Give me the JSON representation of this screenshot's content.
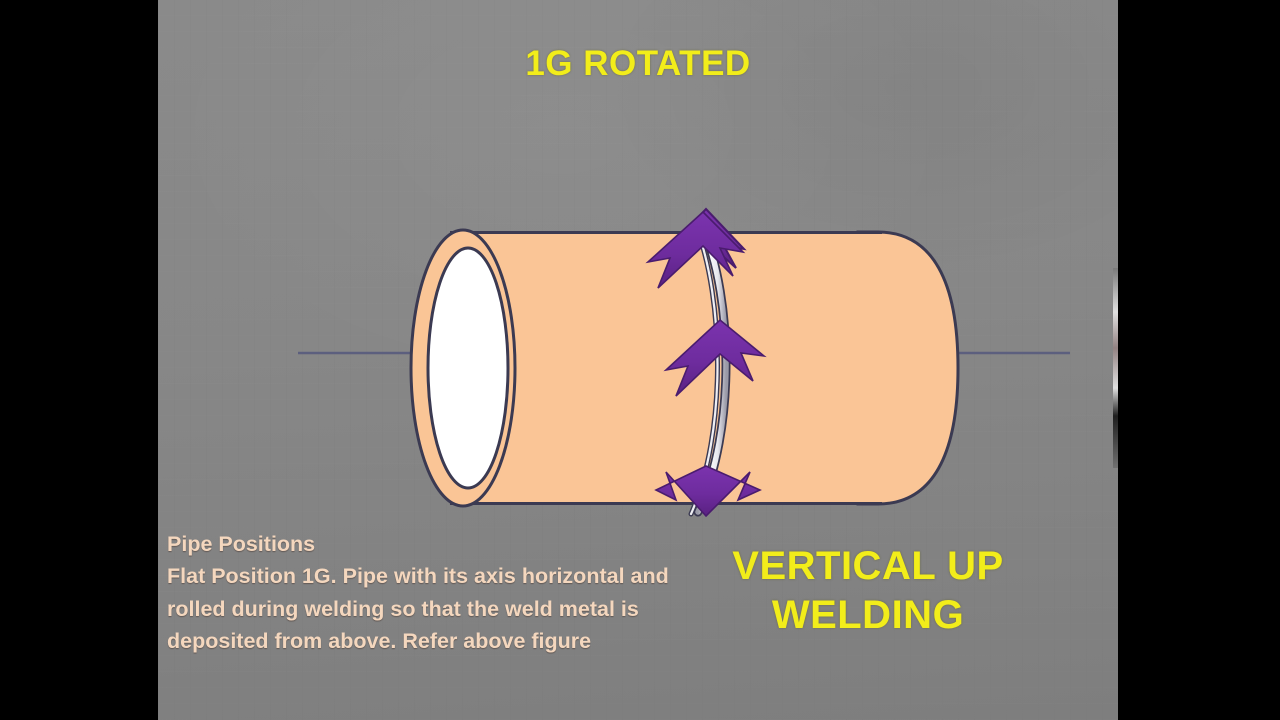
{
  "scene": {
    "title_main": "1G ROTATED",
    "subtitle_line1": "VERTICAL UP",
    "subtitle_line2": "WELDING",
    "caption_heading": "Pipe Positions",
    "caption_body": "Flat Position 1G. Pipe with its axis horizontal and rolled during welding so that the weld metal is deposited from above. Refer above figure"
  },
  "colors": {
    "background_gray": "#878787",
    "letterbox_black": "#000000",
    "title_yellow": "#F2ED1A",
    "caption_peach": "#F4D7BE",
    "pipe_body_peach": "#FAC596",
    "pipe_outline_navy": "#3B3A52",
    "pipe_bore_white": "#FFFFFF",
    "arrow_purple": "#6E2C9E",
    "arrow_purple_dark": "#4A1C6E",
    "axis_line_blue": "#5C5F7E",
    "weld_seam_light": "#F2F2F4"
  },
  "figure": {
    "pipe_label": "pipe-cylinder",
    "bore_label": "pipe-bore-opening",
    "seam_label": "weld-seam",
    "axis_label": "pipe-centerline-axis",
    "arrows": [
      {
        "name": "weld-direction-arrow-top",
        "direction": "up"
      },
      {
        "name": "weld-direction-arrow-middle",
        "direction": "up"
      },
      {
        "name": "weld-direction-arrow-bottom",
        "direction": "down"
      }
    ]
  }
}
